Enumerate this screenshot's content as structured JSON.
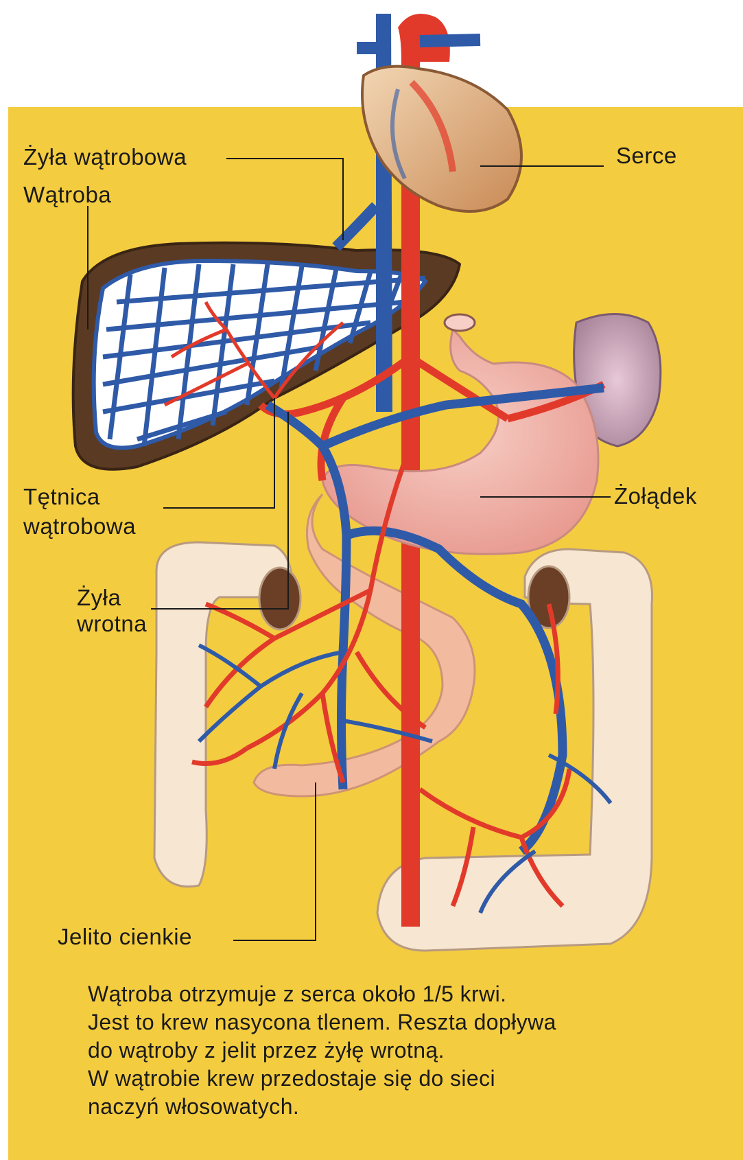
{
  "labels": {
    "hepatic_vein": "Żyła wątrobowa",
    "liver": "Wątroba",
    "heart": "Serce",
    "hepatic_artery_1": "Tętnica",
    "hepatic_artery_2": "wątrobowa",
    "stomach": "Żołądek",
    "portal_vein_1": "Żyła",
    "portal_vein_2": "wrotna",
    "small_intestine": "Jelito cienkie"
  },
  "caption": [
    "Wątroba otrzymuje z serca około 1/5 krwi.",
    "Jest to krew nasycona tlenem. Reszta dopływa",
    "do wątroby z jelit przez żyłę wrotną.",
    "W wątrobie krew przedostaje się do sieci",
    "naczyń włosowatych."
  ],
  "colors": {
    "background": "#f4cc40",
    "artery": "#e23a2a",
    "vein": "#2f5aa8",
    "liver": "#5a3a22",
    "organ_pink": "#f2b9b0",
    "intestine": "#f6e6d2"
  }
}
